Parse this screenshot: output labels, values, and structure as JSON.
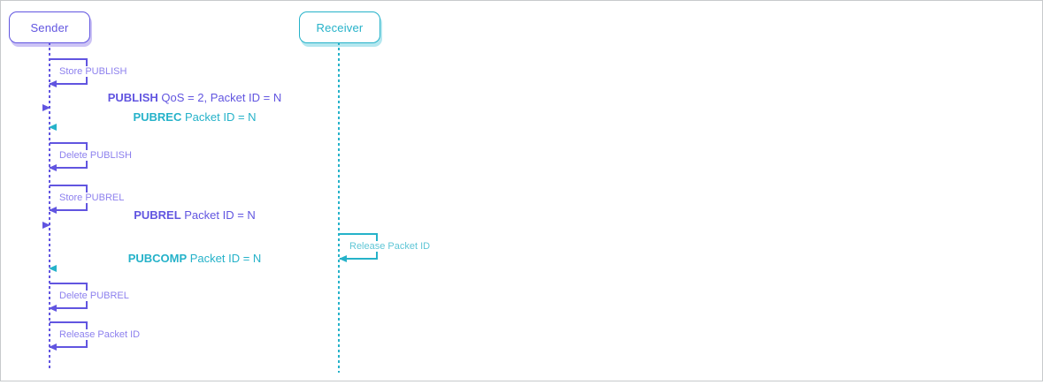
{
  "actors": [
    {
      "id": "sender",
      "label": "Sender"
    },
    {
      "id": "receiver",
      "label": "Receiver"
    }
  ],
  "colors": {
    "sender": "#6155e0",
    "sender_light": "#8d80ee",
    "sender_shadow": "#ccc3f5",
    "receiver": "#25b2c9",
    "receiver_light": "#5fc6d6",
    "receiver_shadow": "#b4e7ef",
    "frame_border": "#c7cacc"
  },
  "messages": [
    {
      "type": "self",
      "actor": "sender",
      "label": "Store PUBLISH"
    },
    {
      "type": "arrow",
      "from": "sender",
      "to": "receiver",
      "strong": "PUBLISH",
      "rest": " QoS = 2, Packet ID = N"
    },
    {
      "type": "arrow",
      "from": "receiver",
      "to": "sender",
      "strong": "PUBREC",
      "rest": " Packet ID = N"
    },
    {
      "type": "self",
      "actor": "sender",
      "label": "Delete PUBLISH"
    },
    {
      "type": "self",
      "actor": "sender",
      "label": "Store PUBREL"
    },
    {
      "type": "arrow",
      "from": "sender",
      "to": "receiver",
      "strong": "PUBREL",
      "rest": " Packet ID = N"
    },
    {
      "type": "self",
      "actor": "receiver",
      "label": "Release Packet ID"
    },
    {
      "type": "arrow",
      "from": "receiver",
      "to": "sender",
      "strong": "PUBCOMP",
      "rest": " Packet ID = N"
    },
    {
      "type": "self",
      "actor": "sender",
      "label": "Delete PUBREL"
    },
    {
      "type": "self",
      "actor": "sender",
      "label": "Release Packet ID"
    }
  ]
}
